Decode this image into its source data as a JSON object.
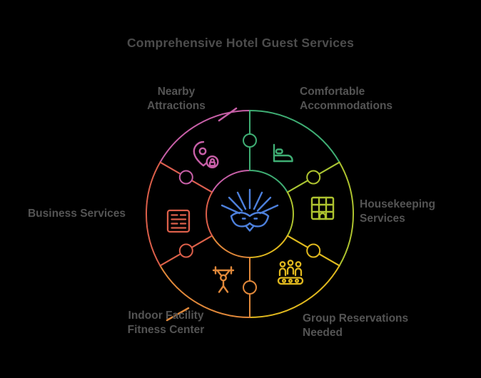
{
  "title": "Comprehensive Hotel Guest Services",
  "colors": {
    "background": "#000000",
    "title_text": "#4c4c4c",
    "label_text": "#545454",
    "center_icon_blue": "#4d80dc"
  },
  "diagram": {
    "type": "puzzle-circle",
    "center": {
      "icon": "open-book-rays-icon",
      "color": "#4d80dc"
    },
    "segments": [
      {
        "label": "Nearby Attractions",
        "lines": [
          "Nearby",
          "Attractions"
        ],
        "color": "#c75fa7",
        "icon": "map-pin-lock-icon",
        "position": "top-left"
      },
      {
        "label": "Comfortable Accommodations",
        "lines": [
          "Comfortable",
          "Accommodations"
        ],
        "color": "#3fae74",
        "icon": "bed-icon",
        "position": "top-right"
      },
      {
        "label": "Housekeeping Services",
        "lines": [
          "Housekeeping",
          "Services"
        ],
        "color": "#aec32f",
        "icon": "schedule-grid-icon",
        "position": "right"
      },
      {
        "label": "Group Reservations Needed",
        "lines": [
          "Group Reservations",
          "Needed"
        ],
        "color": "#e0b81e",
        "icon": "group-people-icon",
        "position": "bottom-right"
      },
      {
        "label": "Indoor Facility Fitness Center",
        "lines": [
          "Indoor Facility",
          "Fitness Center"
        ],
        "color": "#e0883a",
        "icon": "weightlifter-icon",
        "position": "bottom-left"
      },
      {
        "label": "Business Services",
        "lines": [
          "Business Services"
        ],
        "color": "#dc5f4a",
        "icon": "document-stamp-icon",
        "position": "left"
      }
    ]
  }
}
